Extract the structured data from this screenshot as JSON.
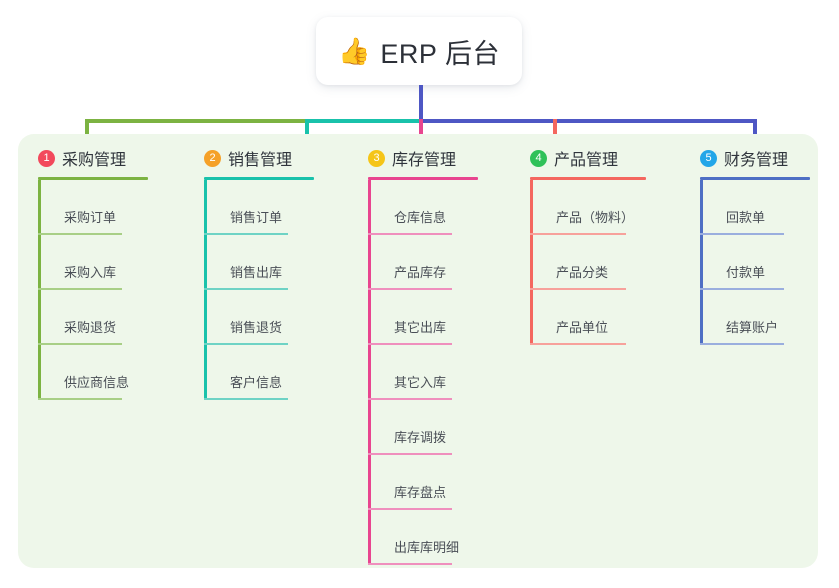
{
  "title": {
    "emoji": "👍",
    "emoji_name": "thumbs-up-emoji",
    "text": "ERP 后台"
  },
  "colors": {
    "page_background": "#ffffff",
    "panel_background": "#eef7ea",
    "title_card_background": "#ffffff",
    "stem": "#4e57c4",
    "bus_green": "#7cb342",
    "bus_teal": "#19c2ab",
    "bus_blue": "#4e57c4"
  },
  "columns": [
    {
      "number": "1",
      "label": "采购管理",
      "badge_color": "#f2495c",
      "accent": "#7cb342",
      "leaf_rule_color": "#a8cf86",
      "drop_color": "#7cb342",
      "items": [
        "采购订单",
        "采购入库",
        "采购退货",
        "供应商信息"
      ]
    },
    {
      "number": "2",
      "label": "销售管理",
      "badge_color": "#f5a128",
      "accent": "#19c2ab",
      "leaf_rule_color": "#6ed3c5",
      "drop_color": "#19c2ab",
      "items": [
        "销售订单",
        "销售出库",
        "销售退货",
        "客户信息"
      ]
    },
    {
      "number": "3",
      "label": "库存管理",
      "badge_color": "#f5c518",
      "accent": "#e8458f",
      "leaf_rule_color": "#ef8fbd",
      "drop_color": "#e8458f",
      "items": [
        "仓库信息",
        "产品库存",
        "其它出库",
        "其它入库",
        "库存调拨",
        "库存盘点",
        "出库库明细"
      ]
    },
    {
      "number": "4",
      "label": "产品管理",
      "badge_color": "#2fc159",
      "accent": "#f4675f",
      "leaf_rule_color": "#f7a19b",
      "drop_color": "#f4675f",
      "items": [
        "产品（物料）",
        "产品分类",
        "产品单位"
      ]
    },
    {
      "number": "5",
      "label": "财务管理",
      "badge_color": "#22a6e8",
      "accent": "#4e6fc4",
      "leaf_rule_color": "#9aaede",
      "drop_color": "#4e57c4",
      "items": [
        "回款单",
        "付款单",
        "结算账户"
      ]
    }
  ]
}
